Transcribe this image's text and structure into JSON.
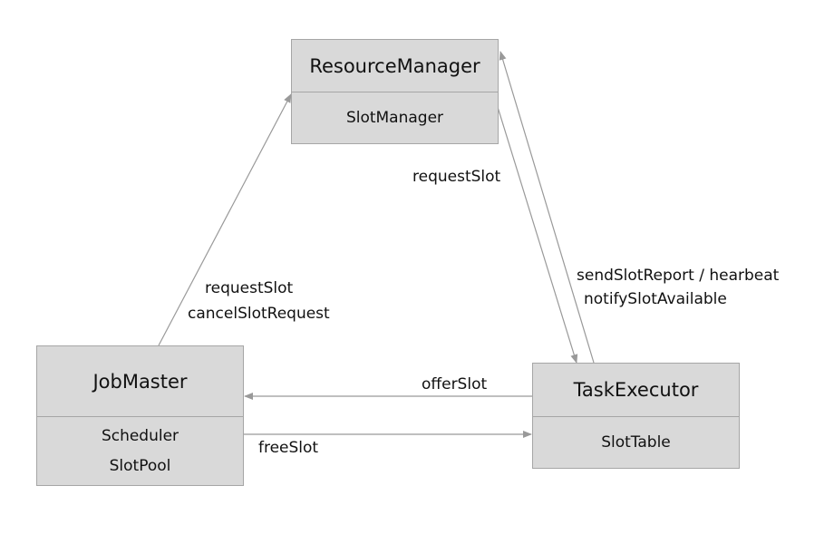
{
  "nodes": {
    "resource_manager": {
      "title": "ResourceManager",
      "parts": [
        "SlotManager"
      ]
    },
    "job_master": {
      "title": "JobMaster",
      "parts": [
        "Scheduler",
        "SlotPool"
      ]
    },
    "task_executor": {
      "title": "TaskExecutor",
      "parts": [
        "SlotTable"
      ]
    }
  },
  "edges": {
    "jm_to_rm": [
      "requestSlot",
      "cancelSlotRequest"
    ],
    "rm_to_te": "requestSlot",
    "te_to_rm": [
      "sendSlotReport / hearbeat",
      "notifySlotAvailable"
    ],
    "te_to_jm": "offerSlot",
    "jm_to_te": "freeSlot"
  },
  "colors": {
    "box_fill": "#d9d9d9",
    "box_border": "#a6a6a6",
    "arrow": "#999999"
  }
}
